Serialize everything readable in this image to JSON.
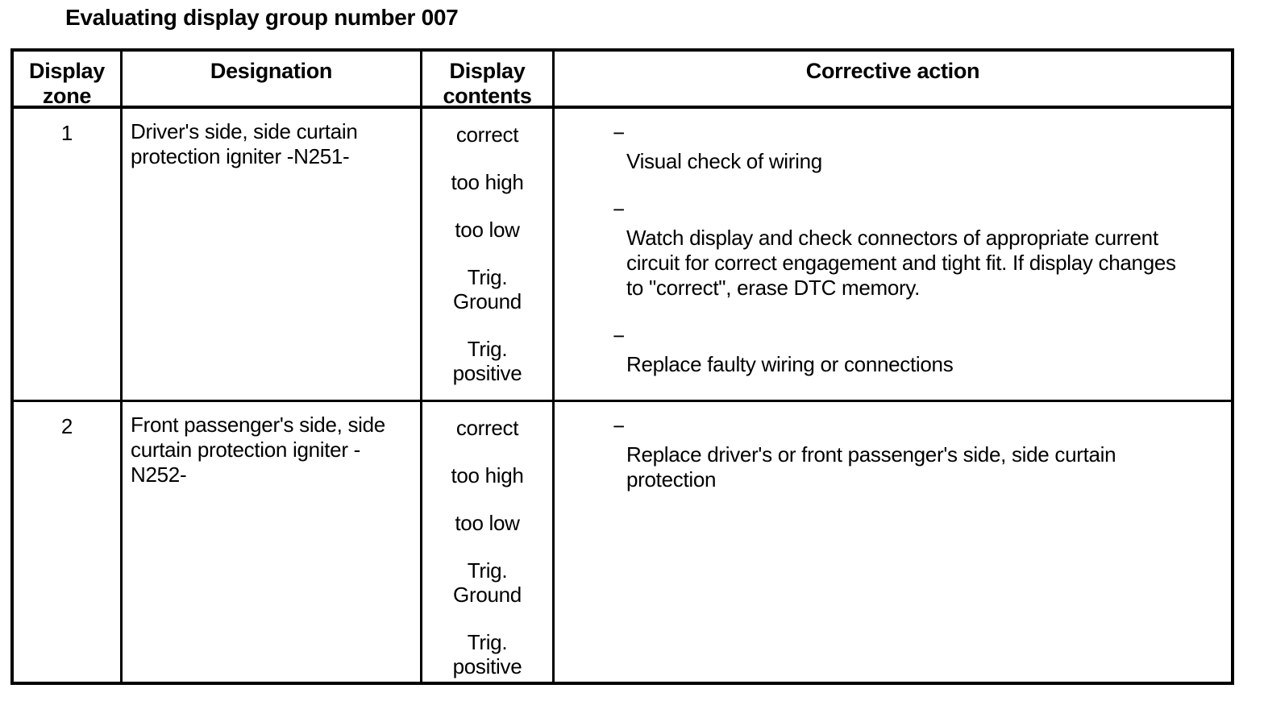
{
  "document": {
    "title": "Evaluating display group number 007"
  },
  "table": {
    "bullet_marker": "−",
    "headers": [
      "Display zone",
      "Designation",
      "Display contents",
      "Corrective action"
    ],
    "rows": [
      {
        "display_zone": "1",
        "designation": "Driver's side, side curtain\nprotection igniter -N251-",
        "display_contents": [
          "correct",
          "too high",
          "too low",
          "Trig.\nGround",
          "Trig.\npositive"
        ],
        "corrective_actions": [
          "Visual check of wiring",
          "Watch display and check connectors of appropriate current\ncircuit for correct engagement and tight fit. If display changes\nto \"correct\", erase DTC memory.",
          "Replace faulty wiring or connections"
        ]
      },
      {
        "display_zone": "2",
        "designation": "Front passenger's side, side\ncurtain protection igniter -\nN252-",
        "display_contents": [
          "correct",
          "too high",
          "too low",
          "Trig.\nGround",
          "Trig.\npositive"
        ],
        "corrective_actions": [
          "Replace driver's or front passenger's side, side curtain\nprotection"
        ]
      }
    ]
  }
}
